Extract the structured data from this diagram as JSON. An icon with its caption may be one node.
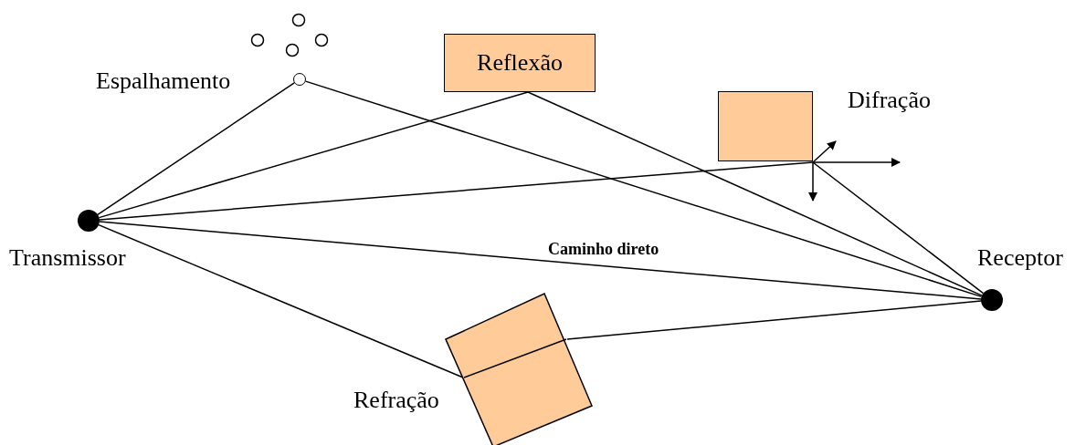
{
  "diagram": {
    "nodes": [
      {
        "text": [],
        "shape": "circle",
        "beside": [
          "Transmissor"
        ]
      },
      {
        "text": [],
        "shape": "circle",
        "beside": [
          "Receptor"
        ]
      },
      {
        "text": [],
        "shape": "circle",
        "beside": [
          "Espalhamento"
        ]
      },
      {
        "text": [
          "Reflexão"
        ]
      },
      {
        "text": [],
        "shape": "box",
        "beside": [
          "Difração"
        ]
      },
      {
        "text": [],
        "shape": "box",
        "beside": [
          "Refração"
        ]
      }
    ],
    "edges": [
      {
        "from": 0,
        "to": 2,
        "arrow": "none"
      },
      {
        "from": 2,
        "to": 1,
        "arrow": "none"
      },
      {
        "from": 0,
        "to": 3,
        "arrow": "none"
      },
      {
        "from": 3,
        "to": 1,
        "arrow": "none"
      },
      {
        "from": 0,
        "to": 4,
        "arrow": "none"
      },
      {
        "from": 4,
        "to": 1,
        "arrow": "none"
      },
      {
        "from": 0,
        "to": 1,
        "arrow": "none",
        "label": "Caminho direto"
      },
      {
        "from": 0,
        "to": 5,
        "arrow": "none"
      },
      {
        "from": 5,
        "to": 1,
        "arrow": "none"
      }
    ]
  }
}
